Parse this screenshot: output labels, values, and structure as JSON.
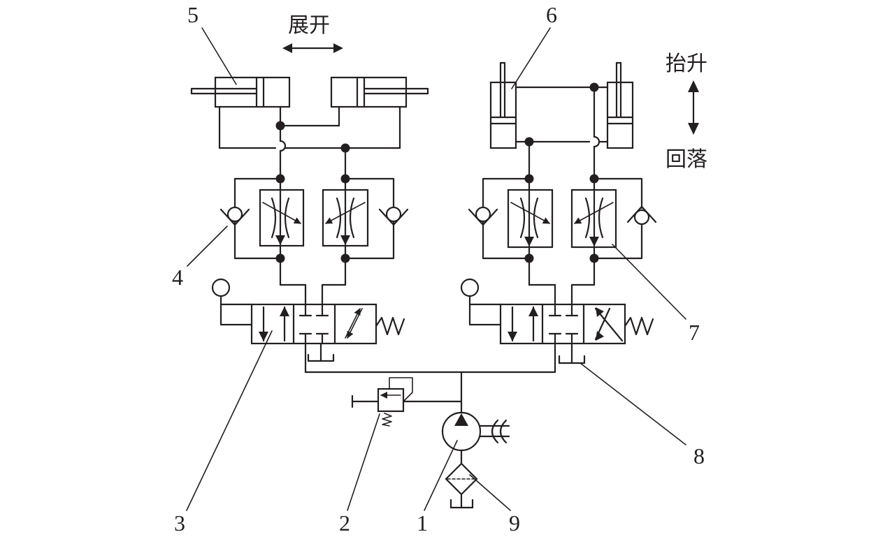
{
  "labels": {
    "expand": "展开",
    "lift": "抬升",
    "fall": "回落"
  },
  "callouts": [
    "1",
    "2",
    "3",
    "4",
    "5",
    "6",
    "7",
    "8",
    "9"
  ]
}
